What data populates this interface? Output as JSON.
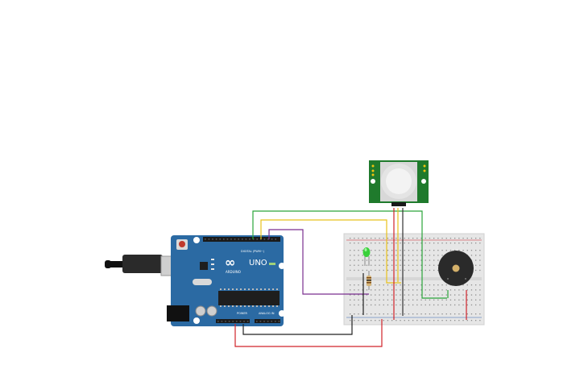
{
  "arduino": {
    "brand_logo_text": "∞",
    "model_text": "UNO",
    "brand_text": "ARDUINO",
    "digital_header_label": "DIGITAL (PWM~)",
    "power_header_label": "POWER",
    "analog_header_label": "ANALOG IN",
    "board_color": "#2b6aa3"
  },
  "pir_sensor": {
    "board_color": "#1f7a2c",
    "left_label": "",
    "right_label": ""
  },
  "breadboard": {
    "color": "#e9e9e9"
  },
  "components": {
    "led_color": "#39d03a",
    "buzzer_color": "#2a2a2a"
  },
  "wires": {
    "green": "#2aa53a",
    "yellow": "#e8c21c",
    "purple": "#7a2f8f",
    "red": "#d0232a",
    "black": "#222222",
    "dark": "#333333"
  }
}
